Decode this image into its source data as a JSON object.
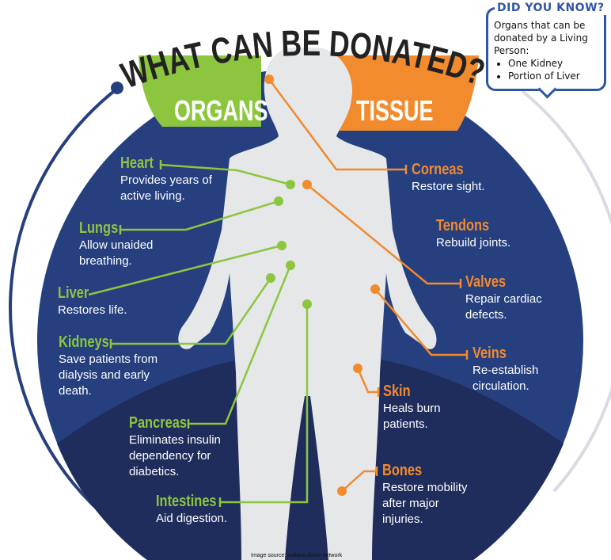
{
  "title": "WHAT CAN BE DONATED?",
  "organs_heading": "ORGANS",
  "tissue_heading": "TISSUE",
  "did_you_know": {
    "title": "DID YOU KNOW?",
    "text": "Organs that can be donated by a Living Person:",
    "items": [
      "One Kidney",
      "Portion of Liver"
    ]
  },
  "organs": [
    {
      "name": "Heart",
      "desc": "Provides years of active living."
    },
    {
      "name": "Lungs",
      "desc": "Allow unaided breathing."
    },
    {
      "name": "Liver",
      "desc": "Restores life."
    },
    {
      "name": "Kidneys",
      "desc": "Save patients from dialysis and early death."
    },
    {
      "name": "Pancreas",
      "desc": "Eliminates insulin dependency for diabetics."
    },
    {
      "name": "Intestines",
      "desc": "Aid digestion."
    }
  ],
  "tissues": [
    {
      "name": "Corneas",
      "desc": "Restore sight."
    },
    {
      "name": "Tendons",
      "desc": "Rebuild joints."
    },
    {
      "name": "Valves",
      "desc": "Repair cardiac defects."
    },
    {
      "name": "Veins",
      "desc": "Re-establish circulation."
    },
    {
      "name": "Skin",
      "desc": "Heals burn patients."
    },
    {
      "name": "Bones",
      "desc": "Restore mobility after major injuries."
    }
  ],
  "source": "Image source: indiana donor network",
  "colors": {
    "navy": "#253f7f",
    "dark_navy": "#1f2d5c",
    "green": "#8cc63f",
    "orange": "#f28a2e",
    "body": "#e6e7e8"
  }
}
